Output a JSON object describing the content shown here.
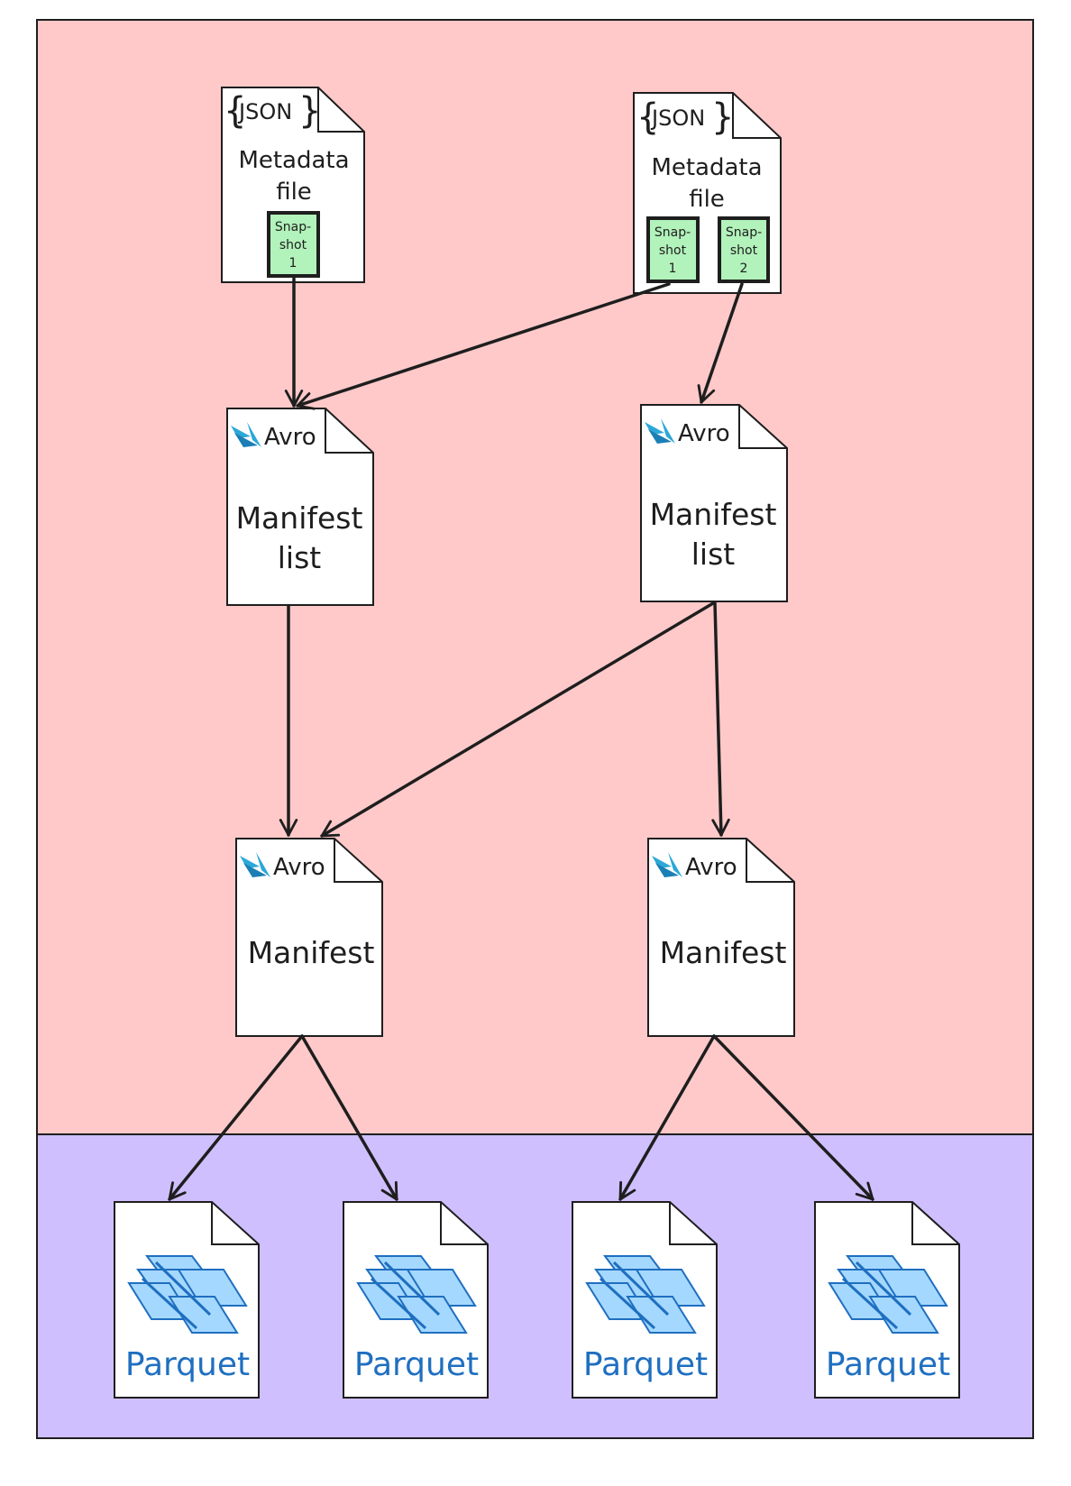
{
  "metadata_files": [
    {
      "badge": "JSON",
      "title_lines": [
        "Metadata",
        "file"
      ],
      "snapshots": [
        {
          "lines": [
            "Snap-",
            "shot",
            "1"
          ]
        }
      ]
    },
    {
      "badge": "JSON",
      "title_lines": [
        "Metadata",
        "file"
      ],
      "snapshots": [
        {
          "lines": [
            "Snap-",
            "shot",
            "1"
          ]
        },
        {
          "lines": [
            "Snap-",
            "shot",
            "2"
          ]
        }
      ]
    }
  ],
  "manifest_lists": [
    {
      "badge": "Avro",
      "title_lines": [
        "Manifest",
        "list"
      ]
    },
    {
      "badge": "Avro",
      "title_lines": [
        "Manifest",
        "list"
      ]
    }
  ],
  "manifests": [
    {
      "badge": "Avro",
      "title_lines": [
        "Manifest"
      ]
    },
    {
      "badge": "Avro",
      "title_lines": [
        "Manifest"
      ]
    }
  ],
  "data_files": [
    {
      "label": "Parquet"
    },
    {
      "label": "Parquet"
    },
    {
      "label": "Parquet"
    },
    {
      "label": "Parquet"
    }
  ],
  "colors": {
    "metadata_region": "#ffc9c9",
    "data_region": "#d0bfff",
    "snapshot_fill": "#b2f2bb",
    "avro_icon": "#2ba8d8",
    "parquet_blue": "#1f6fc0",
    "parquet_fill": "#a5d8ff"
  }
}
